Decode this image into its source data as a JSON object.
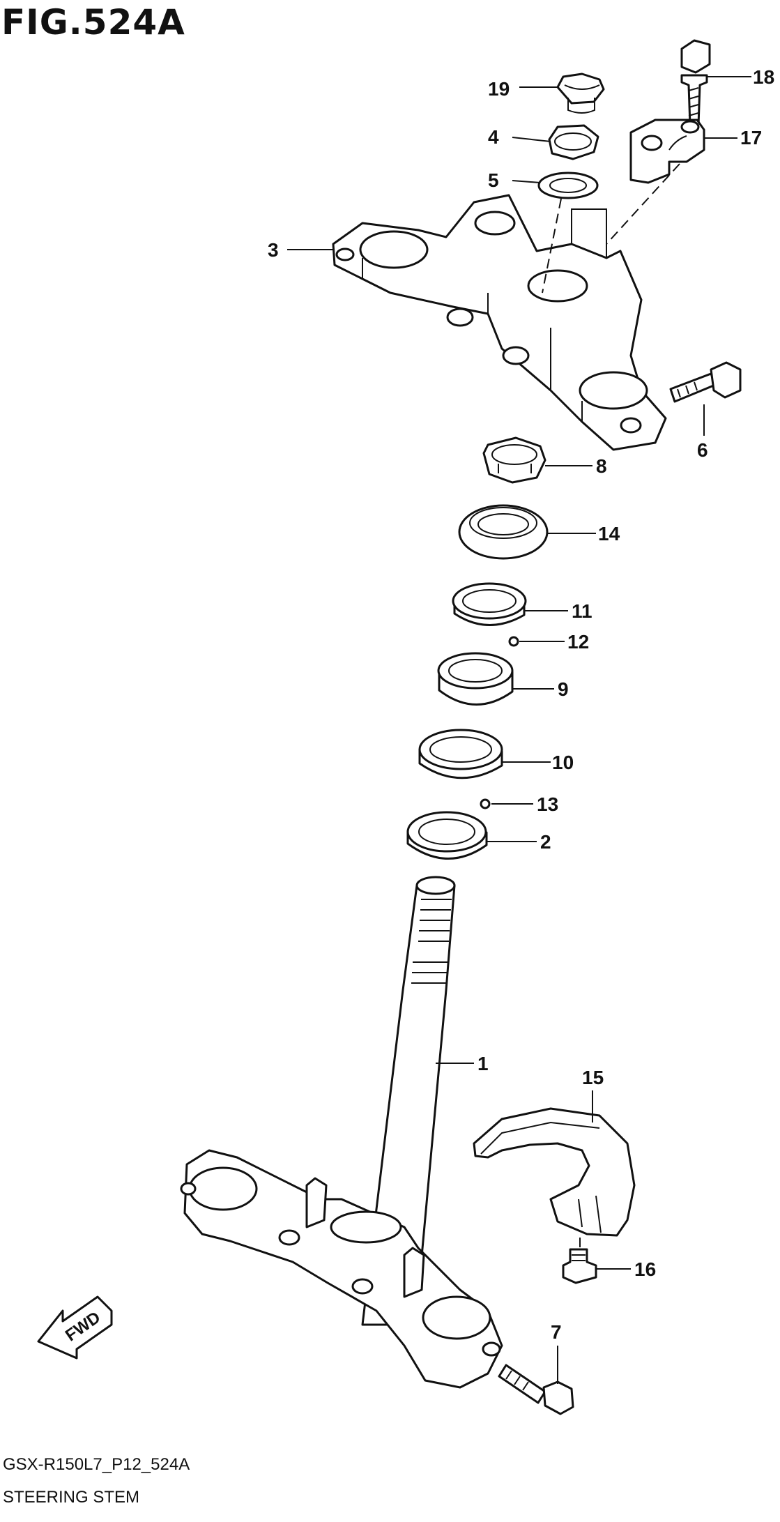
{
  "figure": {
    "title": "FIG.524A"
  },
  "footer": {
    "code": "GSX-R150L7_P12_524A",
    "name": "STEERING STEM"
  },
  "direction": {
    "label": "FWD"
  },
  "callouts": [
    {
      "key": "19",
      "label": "19"
    },
    {
      "key": "4",
      "label": "4"
    },
    {
      "key": "5",
      "label": "5"
    },
    {
      "key": "3",
      "label": "3"
    },
    {
      "key": "18",
      "label": "18"
    },
    {
      "key": "17",
      "label": "17"
    },
    {
      "key": "6",
      "label": "6"
    },
    {
      "key": "8",
      "label": "8"
    },
    {
      "key": "14",
      "label": "14"
    },
    {
      "key": "11",
      "label": "11"
    },
    {
      "key": "12",
      "label": "12"
    },
    {
      "key": "9",
      "label": "9"
    },
    {
      "key": "10",
      "label": "10"
    },
    {
      "key": "13",
      "label": "13"
    },
    {
      "key": "2",
      "label": "2"
    },
    {
      "key": "1",
      "label": "1"
    },
    {
      "key": "15",
      "label": "15"
    },
    {
      "key": "16",
      "label": "16"
    },
    {
      "key": "7",
      "label": "7"
    }
  ]
}
